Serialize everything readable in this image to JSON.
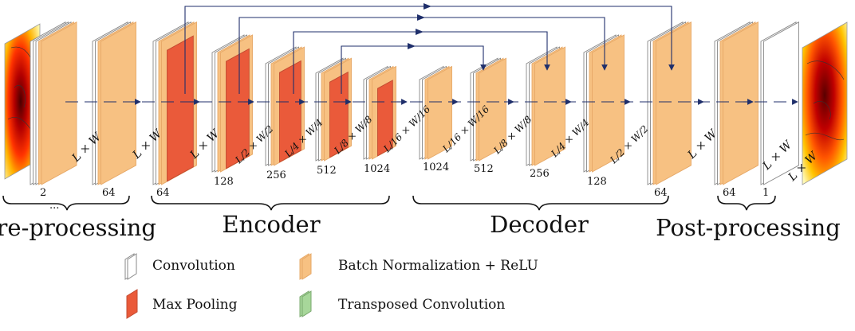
{
  "stages": {
    "pre": "Pre-processing",
    "encoder": "Encoder",
    "decoder": "Decoder",
    "post": "Post-processing"
  },
  "channels": {
    "input": "2",
    "input_dots": "...",
    "pre": "64",
    "enc1": "64",
    "enc2": "128",
    "enc3": "256",
    "enc4": "512",
    "enc5": "1024",
    "dec1": "1024",
    "dec2": "512",
    "dec3": "256",
    "dec4": "128",
    "dec5": "64",
    "post1": "64",
    "post2": "1"
  },
  "dims": {
    "full": "L × W",
    "half": "L/2 × W/2",
    "quarter": "L/4 × W/4",
    "eighth": "L/8 × W/8",
    "sixteenth": "L/16 × W/16"
  },
  "legend": {
    "convolution": "Convolution",
    "batchnorm": "Batch Normalization + ReLU",
    "maxpool": "Max Pooling",
    "transposed": "Transposed Convolution"
  },
  "colors": {
    "orange_face": "#f7c182",
    "orange_edge": "#e6a867",
    "red_face": "#ea5a3a",
    "white_face": "#ffffff",
    "green_face": "#a7d79a",
    "arrow": "#1f2f6b",
    "heatmap_hot": "#b30000",
    "heatmap_cold": "#fff8b0"
  }
}
